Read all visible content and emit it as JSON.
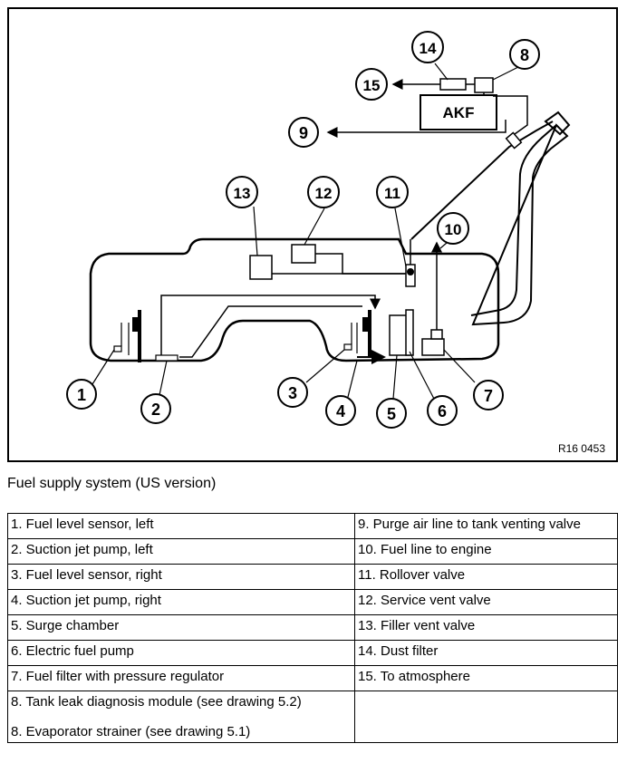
{
  "diagram": {
    "module_label": "AKF",
    "reference_code": "R16 0453",
    "callouts": [
      "1",
      "2",
      "3",
      "4",
      "5",
      "6",
      "7",
      "8",
      "9",
      "10",
      "11",
      "12",
      "13",
      "14",
      "15"
    ]
  },
  "caption": "Fuel supply system (US version)",
  "legend": {
    "rows": [
      {
        "left": "1. Fuel level sensor, left",
        "right": "9. Purge air line to tank venting valve"
      },
      {
        "left": "2. Suction jet pump, left",
        "right": "10. Fuel line to engine"
      },
      {
        "left": "3. Fuel level sensor, right",
        "right": "11. Rollover valve"
      },
      {
        "left": "4. Suction jet pump, right",
        "right": "12. Service vent valve"
      },
      {
        "left": "5. Surge chamber",
        "right": "13. Filler vent valve"
      },
      {
        "left": "6. Electric fuel pump",
        "right": "14. Dust filter"
      },
      {
        "left": "7. Fuel filter with pressure regulator",
        "right": "15. To atmosphere"
      }
    ],
    "last_row": {
      "line1": "8. Tank leak diagnosis module (see drawing 5.2)",
      "line2": "8. Evaporator strainer (see drawing 5.1)"
    }
  }
}
